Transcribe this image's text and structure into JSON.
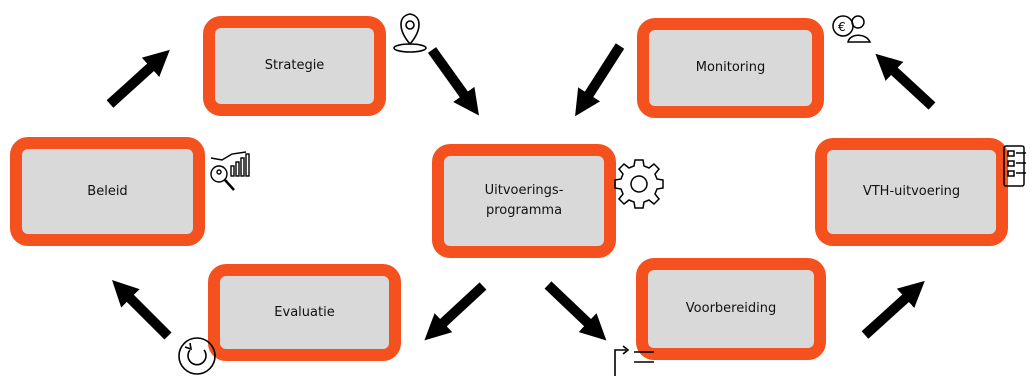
{
  "nodes": {
    "strategie": "Strategie",
    "monitoring": "Monitoring",
    "beleid": "Beleid",
    "uitvoeringsprogramma": "Uitvoerings-\nprogramma",
    "vth_uitvoering": "VTH-uitvoering",
    "evaluatie": "Evaluatie",
    "voorbereiding": "Voorbereiding"
  },
  "colors": {
    "box_border": "#f4511e",
    "box_fill": "#d9d9d9",
    "arrow": "#000000"
  },
  "icons": {
    "strategie": "location-pin-icon",
    "monitoring": "euro-people-icon",
    "beleid": "search-chart-icon",
    "uitvoeringsprogramma": "gear-icon",
    "vth_uitvoering": "checklist-board-icon",
    "evaluatie": "refresh-circle-icon",
    "voorbereiding": "task-list-icon"
  }
}
